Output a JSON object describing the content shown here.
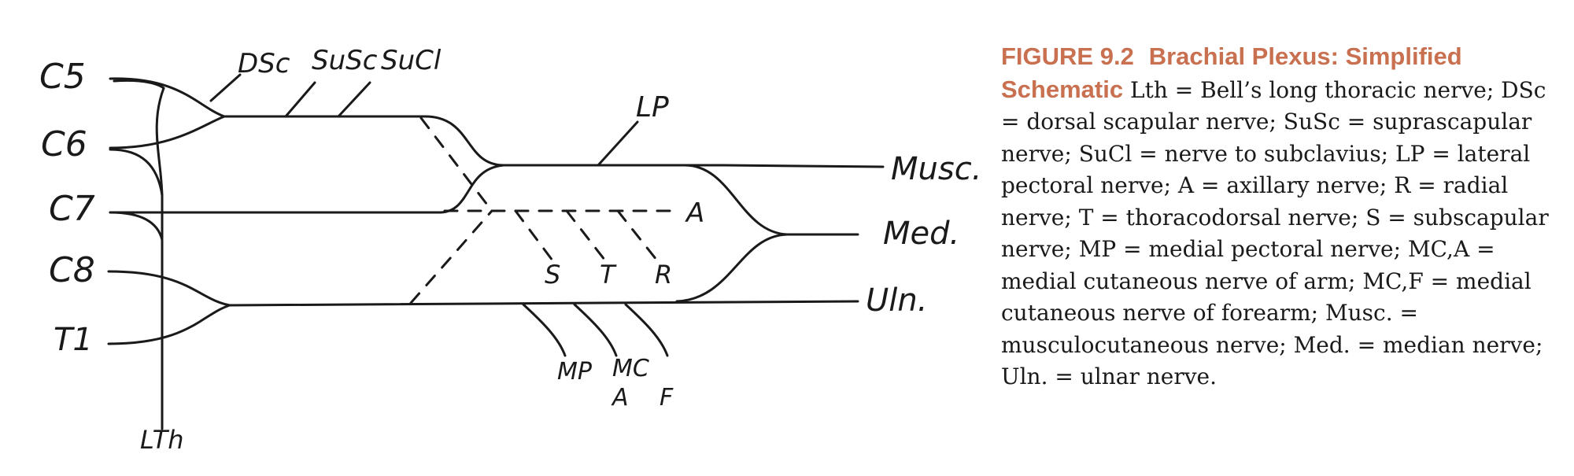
{
  "diagram": {
    "roots": [
      "C5",
      "C6",
      "C7",
      "C8",
      "T1"
    ],
    "branches": [
      "DSc",
      "SuSc",
      "SuCl",
      "LP",
      "A",
      "S",
      "T",
      "R",
      "MP",
      "MC",
      "A",
      "F",
      "LTh"
    ],
    "terminals": [
      "Musc.",
      "Med.",
      "Uln."
    ]
  },
  "caption": {
    "figure_number": "FIGURE 9.2",
    "figure_title": "Brachial Plexus: Simplified Schematic",
    "text": "Lth = Bell’s long thoracic nerve; DSc = dorsal scapular nerve; SuSc = suprascapular nerve; SuCl = nerve to subclavius; LP = lateral pectoral nerve; A = axillary nerve; R = radial nerve; T = thoracodorsal nerve; S = subscapular nerve; MP = medial pectoral nerve; MC,A = medial cutaneous nerve of arm; MC,F = medial cutaneous nerve of forearm; Musc. = musculocutaneous nerve; Med. = median nerve; Uln. = ulnar nerve."
  }
}
